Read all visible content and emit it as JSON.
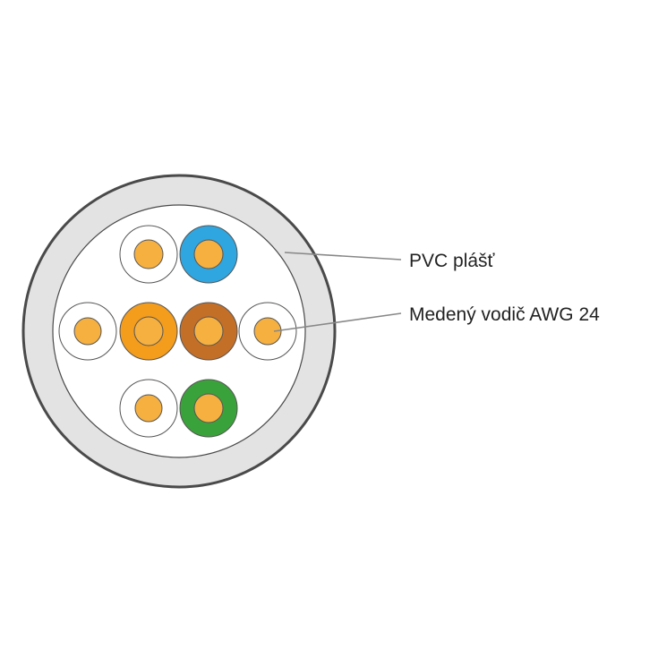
{
  "labels": {
    "jacket": "PVC plášť",
    "conductor": "Medený vodič AWG 24"
  },
  "colors": {
    "jacket_fill": "#e3e3e3",
    "jacket_outline": "#4a4a4a",
    "core_fill": "#ffffff",
    "copper": "#f6b040",
    "white_insulation": "#ffffff",
    "blue_insulation": "#2fa6e0",
    "orange_insulation": "#f49c1c",
    "brown_insulation": "#c46f27",
    "green_insulation": "#3aa23a",
    "leader_line": "#888888"
  },
  "wires": [
    {
      "id": "white-blue",
      "insulation": "white"
    },
    {
      "id": "blue",
      "insulation": "blue"
    },
    {
      "id": "white-orange",
      "insulation": "white"
    },
    {
      "id": "orange",
      "insulation": "orange"
    },
    {
      "id": "brown",
      "insulation": "brown"
    },
    {
      "id": "white-brown",
      "insulation": "white"
    },
    {
      "id": "white-green",
      "insulation": "white"
    },
    {
      "id": "green",
      "insulation": "green"
    }
  ]
}
